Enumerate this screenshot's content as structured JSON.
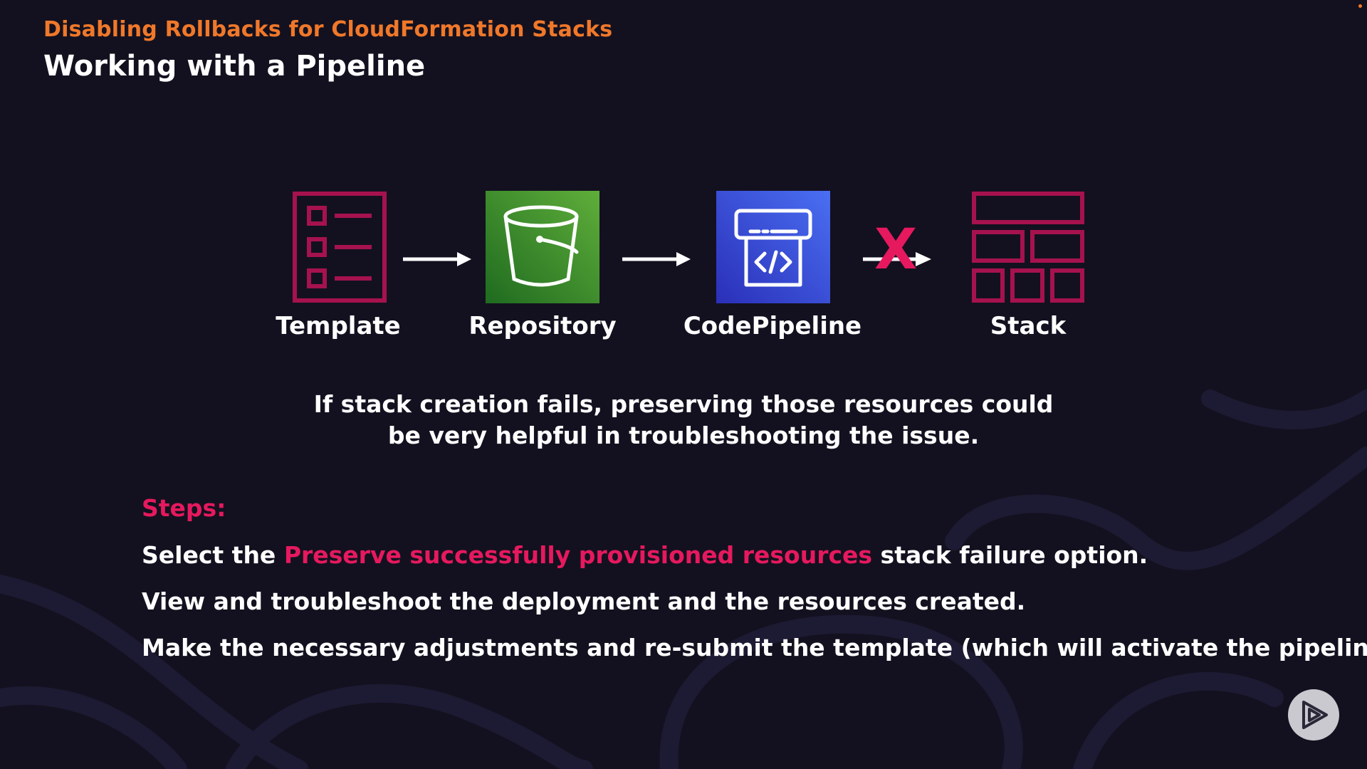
{
  "header": {
    "eyebrow": "Disabling Rollbacks for CloudFormation Stacks",
    "title": "Working with a Pipeline"
  },
  "diagram": {
    "nodes": [
      {
        "label": "Template",
        "icon": "template-list-icon",
        "color": "#a6124e"
      },
      {
        "label": "Repository",
        "icon": "s3-bucket-icon",
        "color": "#3f8f24"
      },
      {
        "label": "CodePipeline",
        "icon": "codepipeline-icon",
        "color": "#3b49df"
      },
      {
        "label": "Stack",
        "icon": "stack-grid-icon",
        "color": "#a6124e"
      }
    ],
    "failure_mark": "X",
    "failure_color": "#e6195e"
  },
  "description": {
    "line1": "If stack creation fails, preserving those resources could",
    "line2": "be very helpful in troubleshooting the issue."
  },
  "steps": {
    "heading": "Steps:",
    "step1_prefix": "Select the ",
    "step1_highlight": "Preserve successfully provisioned resources",
    "step1_suffix": " stack failure option.",
    "step2": "View and troubleshoot the deployment and the resources created.",
    "step3": "Make the necessary adjustments and re-submit the template (which will activate the pipeline)."
  },
  "controls": {
    "play_icon": "play-logo-icon"
  },
  "colors": {
    "accent_orange": "#f0782a",
    "accent_pink": "#e6195e",
    "background": "#13111f"
  }
}
